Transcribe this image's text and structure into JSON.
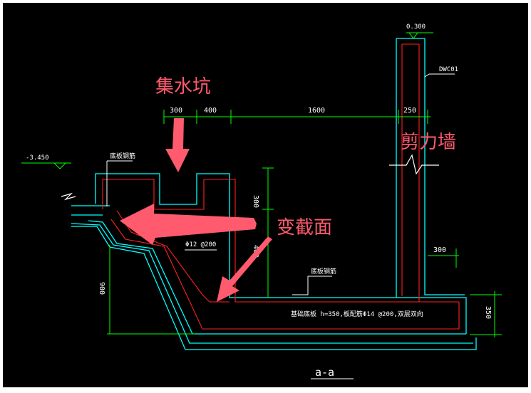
{
  "drawing": {
    "section_title": "a-a",
    "elevation_top": "0.300",
    "elevation_left": "-3.450",
    "wall_code": "DWC01",
    "dims_top": [
      "300",
      "400",
      "1600",
      "250"
    ],
    "dim_pit_depth": "300",
    "dim_middle": "400",
    "dim_wall_right": "300",
    "dim_slab": "350",
    "dim_slope": "900",
    "rebar_pit": "Φ12 @200",
    "label_bottom_rebar_1": "底板钢筋",
    "label_bottom_rebar_2": "底板钢筋",
    "slab_note": "基础底板 h=350,板配筋Φ14 @200,双层双向"
  },
  "annotations": {
    "sump_pit": "集水坑",
    "shear_wall": "剪力墙",
    "variable_section": "变截面"
  },
  "colors": {
    "background": "#000000",
    "concrete_outline": "#00ffff",
    "rebar": "#ff2020",
    "dimension": "#00ff00",
    "text": "#ffffff",
    "annotation": "#ff5a6e"
  }
}
